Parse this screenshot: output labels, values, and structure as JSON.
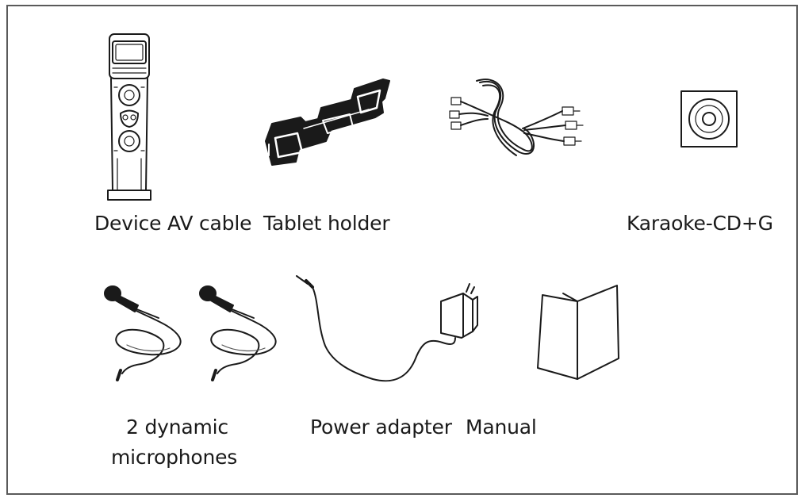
{
  "labels": {
    "device_av_cable": "Device AV cable",
    "tablet_holder": "Tablet holder",
    "karaoke_cd": "Karaoke-CD+G",
    "microphones_line1": "2 dynamic",
    "microphones_line2": "microphones",
    "power_adapter": "Power adapter",
    "manual": "Manual"
  },
  "icons": {
    "karaoke_device": "karaoke-machine-icon",
    "tablet_holder": "tablet-holder-icon",
    "av_cable": "av-cable-icon",
    "cd": "cd-disc-icon",
    "microphone": "microphone-icon",
    "power_adapter": "power-adapter-icon",
    "manual": "manual-booklet-icon"
  },
  "colors": {
    "line": "#1a1a1a",
    "border": "#5a5a5a",
    "background": "#ffffff"
  }
}
